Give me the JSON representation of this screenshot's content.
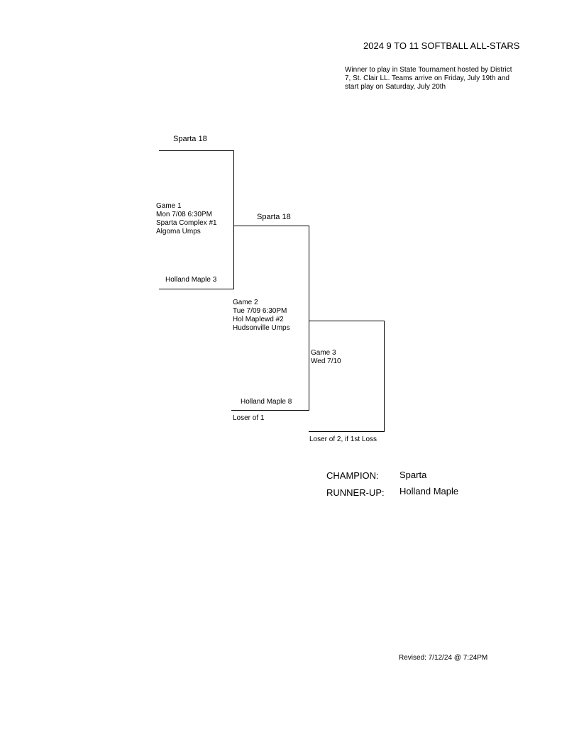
{
  "header": {
    "title": "2024 9 TO 11 SOFTBALL ALL-STARS",
    "note_lines": [
      "Winner to play in State Tournament hosted by District",
      "7, St. Clair LL.  Teams arrive on Friday, July 19th and",
      "start play on Saturday, July 20th"
    ]
  },
  "bracket": {
    "game1": {
      "top_team": "Sparta  18",
      "bottom_team": "Holland Maple  3",
      "info": [
        "Game 1",
        "Mon  7/08  6:30PM",
        "Sparta Complex #1",
        "Algoma Umps"
      ]
    },
    "game2": {
      "top_team": "Sparta  18",
      "bottom_team": "Holland Maple  8",
      "bottom_note": "Loser of 1",
      "info": [
        "Game 2",
        "Tue  7/09  6:30PM",
        "Hol Maplewd #2",
        "Hudsonville Umps"
      ]
    },
    "game3": {
      "bottom_note": "Loser of 2, if 1st Loss",
      "info": [
        "Game 3",
        "Wed  7/10"
      ]
    }
  },
  "results": {
    "champion_label": "CHAMPION:",
    "champion_value": "Sparta",
    "runner_up_label": "RUNNER-UP:",
    "runner_up_value": "Holland Maple"
  },
  "footer": {
    "revised": "Revised:  7/12/24 @  7:24PM"
  }
}
